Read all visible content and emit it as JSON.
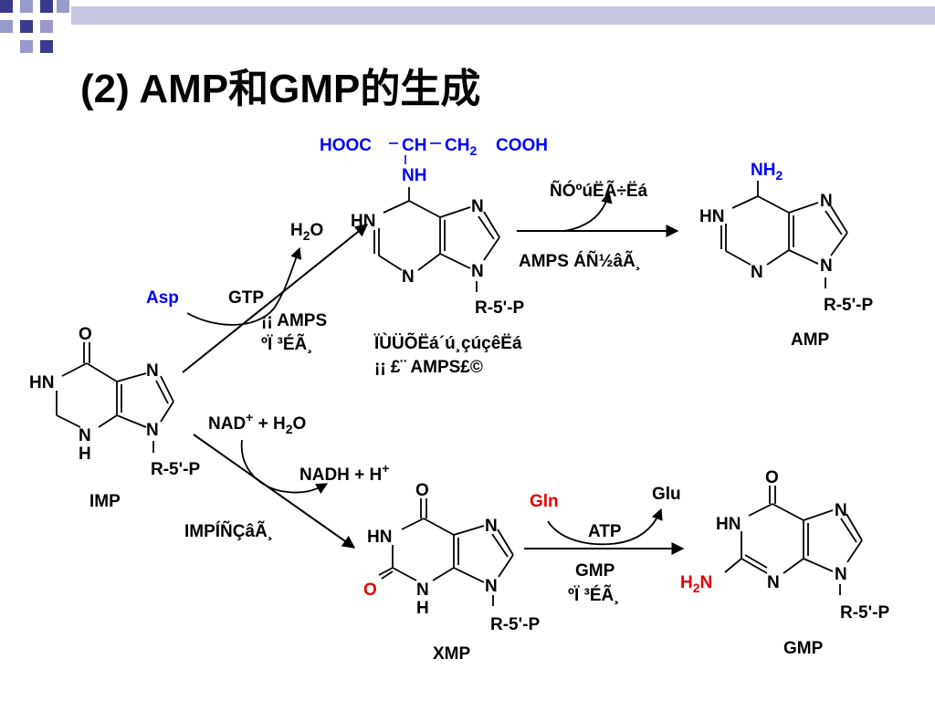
{
  "title": "(2) AMP和GMP的生成",
  "colors": {
    "black": "#000000",
    "blue": "#0000ff",
    "red": "#e60000",
    "deco1": "#3a3a8c",
    "deco2": "#9999cc"
  },
  "imp": {
    "O": "O",
    "HN": "HN",
    "N7": "N",
    "N9": "N",
    "NH": "N",
    "H": "H",
    "ribose": "R-5'-P",
    "name": "IMP"
  },
  "amps_rxn": {
    "asp": "Asp",
    "gtp": "GTP",
    "h2o": "H2O",
    "enzyme_l1": "¡¡ AMPS",
    "enzyme_l2": "ºÏ ³ÉÃ¸"
  },
  "amps": {
    "side_chain_1": "HOOC",
    "side_chain_2": "CH",
    "side_chain_3": "CH2",
    "side_chain_4": "COOH",
    "nh": "NH",
    "HN": "HN",
    "N7": "N",
    "N3": "N",
    "N9": "N",
    "ribose": "R-5'-P",
    "name_l1": "ÏÙÜÕËá´ú¸çúçêËá",
    "name_l2": "¡¡ £¨ AMPS£©"
  },
  "amp_rxn": {
    "byproduct": "ÑÓºúËÃ÷Ëá",
    "enzyme": "AMPS ÁÑ½âÃ¸"
  },
  "amp": {
    "nh2": "NH2",
    "HN": "HN",
    "N7": "N",
    "N3": "N",
    "N9": "N",
    "ribose": "R-5'-P",
    "name": "AMP"
  },
  "xmp_rxn": {
    "nad": "NAD+ + H2O",
    "nadh": "NADH + H+",
    "enzyme": "IMPÍÑÇâÃ¸"
  },
  "xmp": {
    "O6": "O",
    "O2": "O",
    "HN": "HN",
    "N7": "N",
    "N9": "N",
    "NH": "N",
    "H": "H",
    "ribose": "R-5'-P",
    "name": "XMP"
  },
  "gmp_rxn": {
    "gln": "Gln",
    "glu": "Glu",
    "atp": "ATP",
    "enzyme_l1": "GMP",
    "enzyme_l2": "ºÏ ³ÉÃ¸"
  },
  "gmp": {
    "O": "O",
    "HN": "HN",
    "N7": "N",
    "N3": "N",
    "N9": "N",
    "nh2": "H2N",
    "ribose": "R-5'-P",
    "name": "GMP"
  }
}
